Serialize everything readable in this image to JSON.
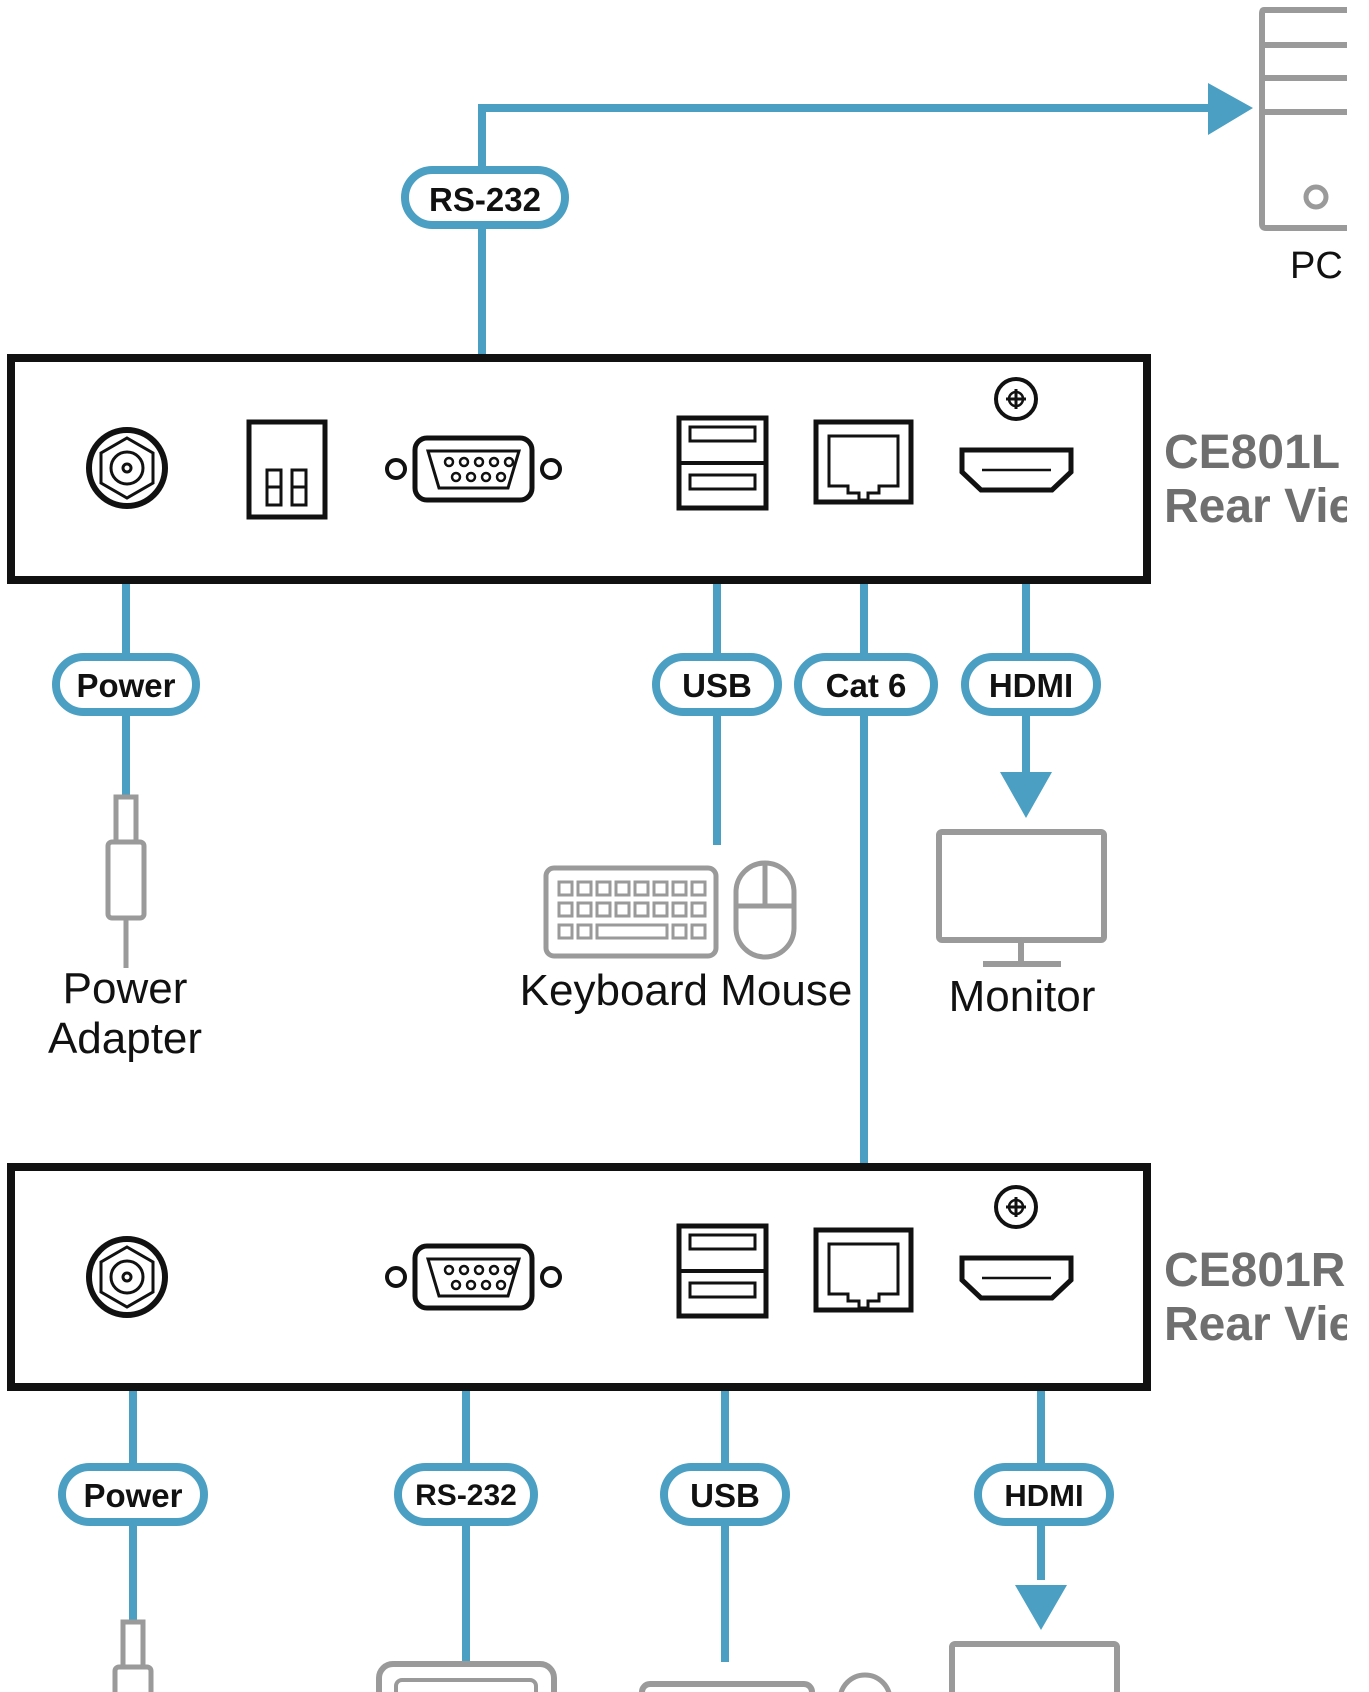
{
  "colors": {
    "cable": "#4a9fc3",
    "device_outline": "#111111",
    "peripheral": "#9a9a9a",
    "title_gray": "#6f6f6f"
  },
  "units": {
    "local": {
      "title_line1": "CE801L",
      "title_line2": "Rear Vie"
    },
    "remote": {
      "title_line1": "CE801R",
      "title_line2": "Rear Vie"
    }
  },
  "cables": {
    "rs232_top": "RS-232",
    "power_top": "Power",
    "usb_top": "USB",
    "cat6": "Cat 6",
    "hdmi_top": "HDMI",
    "power_bottom": "Power",
    "rs232_bottom": "RS-232",
    "usb_bottom": "USB",
    "hdmi_bottom": "HDMI"
  },
  "devices": {
    "pc": "PC",
    "power_adapter_line1": "Power",
    "power_adapter_line2": "Adapter",
    "keyboard_mouse": "Keyboard Mouse",
    "monitor": "Monitor"
  },
  "icons": {
    "pc": "pc-tower-icon",
    "power_adapter": "power-plug-icon",
    "keyboard": "keyboard-icon",
    "mouse": "mouse-icon",
    "monitor": "monitor-icon",
    "dc_jack": "dc-power-jack-icon",
    "dip_switch": "dip-switch-icon",
    "db9": "db9-serial-port-icon",
    "usb_port": "usb-port-icon",
    "rj45": "rj45-port-icon",
    "hdmi_port": "hdmi-port-icon",
    "ground_screw": "ground-screw-icon"
  }
}
